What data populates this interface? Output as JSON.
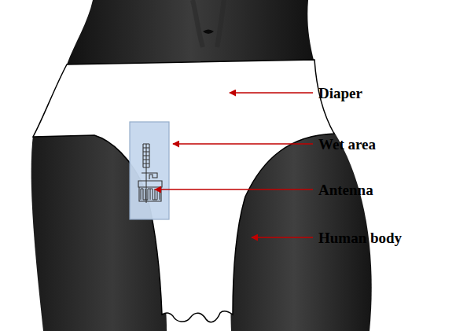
{
  "diagram": {
    "labels": [
      "Diaper",
      "Wet area",
      "Antenna",
      "Human body"
    ]
  }
}
